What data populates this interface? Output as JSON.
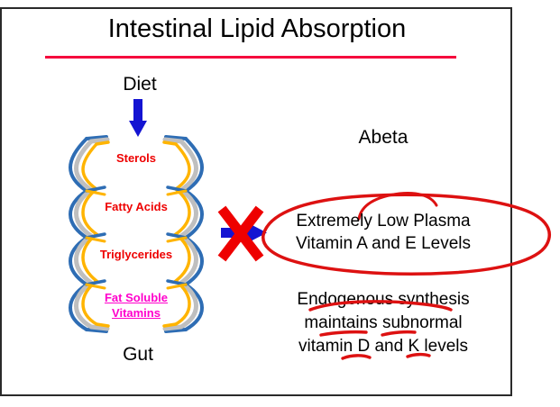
{
  "slide": {
    "title": "Intestinal Lipid Absorption",
    "title_rule_color": "#f5003c"
  },
  "diagram": {
    "diet_label": "Diet",
    "gut_label": "Gut",
    "abeta_label": "Abeta",
    "lumen_contents": [
      {
        "label": "Sterols",
        "color": "#ee0000"
      },
      {
        "label": "Fatty Acids",
        "color": "#ee0000"
      },
      {
        "label": "Triglycerides",
        "color": "#ee0000"
      },
      {
        "label": "Fat Soluble",
        "color": "#ff00cc"
      },
      {
        "label": "Vitamins",
        "color": "#ff00cc"
      }
    ],
    "wall_colors": {
      "outer": "#2e6db4",
      "middle": "#bfbfbf",
      "inner": "#ffb400"
    },
    "diet_arrow": {
      "name": "down-arrow",
      "color": "#1414d2",
      "direction": "down"
    },
    "transport_arrow": {
      "name": "right-arrow",
      "color": "#1414d2",
      "direction": "right"
    },
    "blocked_marker": {
      "name": "red-x",
      "color": "#ee0000",
      "meaning": "blocked"
    }
  },
  "annotations": {
    "circled_text_line1": "Extremely Low Plasma",
    "circled_text_line2": "Vitamin A and E Levels",
    "circle_color": "#dd1111",
    "endogenous_line1": "Endogenous synthesis",
    "endogenous_line2": "maintains subnormal",
    "endogenous_line3": "vitamin D and K levels",
    "underline_color": "#dd1111"
  }
}
